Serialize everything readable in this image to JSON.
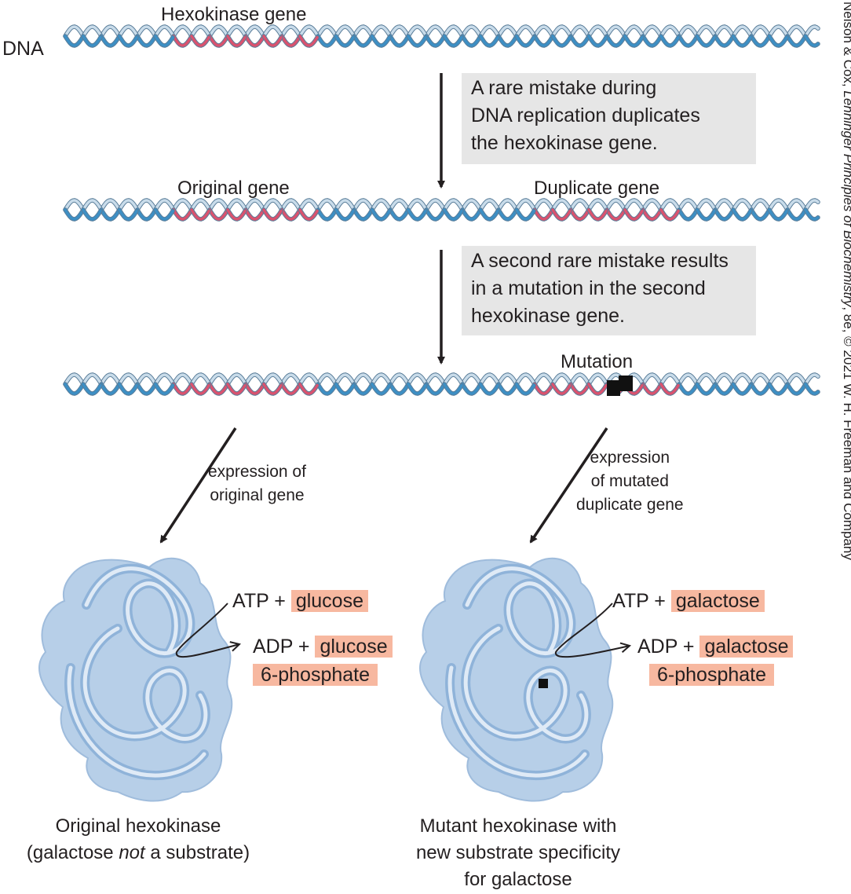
{
  "labels": {
    "dna": "DNA",
    "hexokinase_gene": "Hexokinase gene",
    "original_gene": "Original gene",
    "duplicate_gene": "Duplicate gene",
    "mutation": "Mutation"
  },
  "callouts": [
    {
      "lines": [
        "A rare mistake during",
        "DNA replication duplicates",
        "the hexokinase gene."
      ]
    },
    {
      "lines": [
        "A second rare mistake results",
        "in a mutation in the second",
        "hexokinase gene."
      ]
    }
  ],
  "expression": {
    "left": [
      "expression of",
      "original gene"
    ],
    "right": [
      "expression",
      "of mutated",
      "duplicate gene"
    ]
  },
  "reactions": {
    "left": {
      "atp": "ATP +",
      "substrate": "glucose",
      "adp": "ADP +",
      "product1": "glucose",
      "product2": "6-phosphate"
    },
    "right": {
      "atp": "ATP +",
      "substrate": "galactose",
      "adp": "ADP +",
      "product1": "galactose",
      "product2": "6-phosphate"
    }
  },
  "captions": {
    "left": {
      "line1": "Original hexokinase",
      "line2_pre": "(galactose ",
      "line2_em": "not",
      "line2_post": " a substrate)"
    },
    "right": [
      "Mutant hexokinase with",
      "new substrate specificity",
      "for galactose"
    ]
  },
  "credit": {
    "pre": "Nelson & Cox, ",
    "title": "Lehninger Principles of Biochemistry",
    "post": ", 8e, © 2021 W. H. Freeman and Company"
  },
  "colors": {
    "strand_blue": "#3d8fc4",
    "strand_pink": "#d9536f",
    "strand_pale": "#c9dcea",
    "callout_bg": "#e6e6e6",
    "highlight": "#f7b8a0",
    "protein_fill": "#b7cfe8",
    "tube": "#a9c8e6"
  }
}
